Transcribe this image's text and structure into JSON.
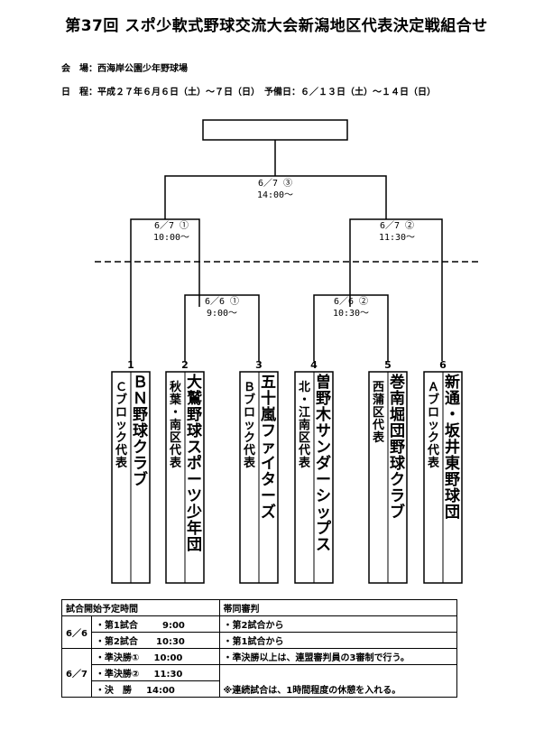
{
  "header": {
    "title": "第37回 スポ少軟式野球交流大会新潟地区代表決定戦組合せ",
    "venue": "会　場：西海岸公園少年野球場",
    "dates": "日　程：平成２７年６月６日（土）～７日（日）　予備日：６／１３日（土）～１４日（日）"
  },
  "bracket": {
    "final": {
      "date": "6／7 ③",
      "time": "14:00～"
    },
    "semifinals": [
      {
        "date": "6／7 ①",
        "time": "10:00～"
      },
      {
        "date": "6／7 ②",
        "time": "11:30～"
      }
    ],
    "first_round": [
      {
        "date": "6／6 ①",
        "time": "9:00～"
      },
      {
        "date": "6／6 ②",
        "time": "10:30～"
      }
    ],
    "teams": [
      {
        "number": "1",
        "name": "ＢＮ野球クラブ",
        "block": "Ｃブロック代表"
      },
      {
        "number": "2",
        "name": "大鷲野球スポーツ少年団",
        "block": "秋葉・南区代表"
      },
      {
        "number": "3",
        "name": "五十嵐ファイターズ",
        "block": "Ｂブロック代表"
      },
      {
        "number": "4",
        "name": "曽野木サンダーシップス",
        "block": "北・江南区代表"
      },
      {
        "number": "5",
        "name": "巻南堀団野球クラブ",
        "block": "西蒲区代表"
      },
      {
        "number": "6",
        "name": "新通・坂井東野球団",
        "block": "Ａブロック代表"
      }
    ]
  },
  "schedule": {
    "col1_header": "試合開始予定時間",
    "col2_header": "帯同審判",
    "day1": {
      "label": "6／6",
      "games": [
        {
          "name": "・第1試合",
          "time": "9:00",
          "umpire": "・第2試合から"
        },
        {
          "name": "・第2試合",
          "time": "10:30",
          "umpire": "・第1試合から"
        }
      ]
    },
    "day2": {
      "label": "6／7",
      "games": [
        {
          "name": "・準決勝①",
          "time": "10:00"
        },
        {
          "name": "・準決勝②",
          "time": "11:30"
        },
        {
          "name": "・決　勝",
          "time": "14:00"
        }
      ],
      "note1": "・準決勝以上は、連盟審判員の3審制で行う。",
      "note2": "※連続試合は、1時間程度の休憩を入れる。"
    }
  }
}
